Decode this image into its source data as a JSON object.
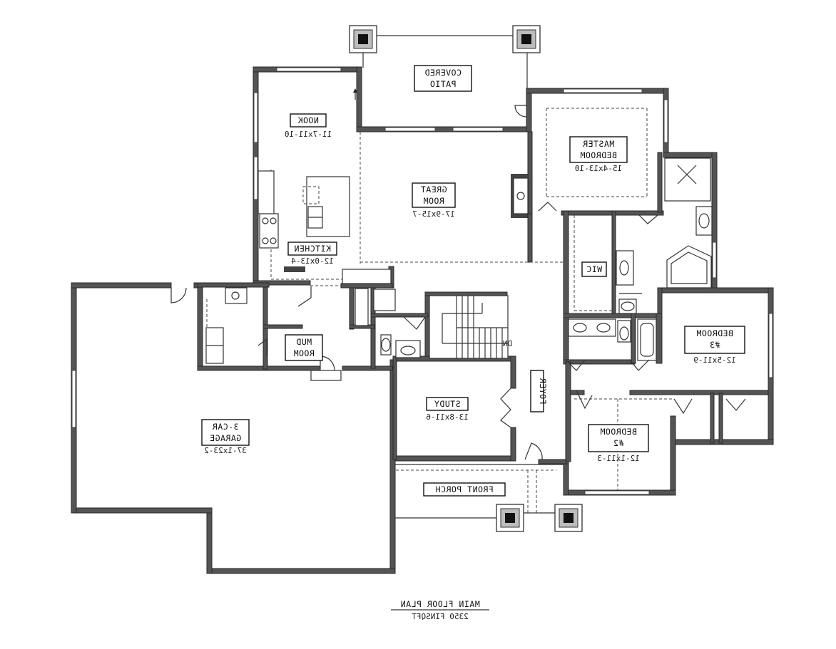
{
  "plan": {
    "rooms": [
      {
        "id": "covered-patio",
        "name_lines": [
          "COVERED",
          "PATIO"
        ],
        "dims": ""
      },
      {
        "id": "nook",
        "name_lines": [
          "NOOK"
        ],
        "dims": "11-7x11-10"
      },
      {
        "id": "master-bedroom",
        "name_lines": [
          "MASTER",
          "BEDROOM"
        ],
        "dims": "15-4x13-10"
      },
      {
        "id": "great-room",
        "name_lines": [
          "GREAT",
          "ROOM"
        ],
        "dims": "17-9x15-7"
      },
      {
        "id": "kitchen",
        "name_lines": [
          "KITCHEN"
        ],
        "dims": "12-0x13-4"
      },
      {
        "id": "wic",
        "name_lines": [
          "WIC"
        ],
        "dims": ""
      },
      {
        "id": "bedroom-3",
        "name_lines": [
          "BEDROOM",
          "#3"
        ],
        "dims": "12-5x11-9"
      },
      {
        "id": "mud-room",
        "name_lines": [
          "MUD",
          "ROOM"
        ],
        "dims": ""
      },
      {
        "id": "study",
        "name_lines": [
          "STUDY"
        ],
        "dims": "13-8x11-6"
      },
      {
        "id": "garage",
        "name_lines": [
          "3-CAR",
          "GARAGE"
        ],
        "dims": "37-1x23-2"
      },
      {
        "id": "bedroom-2",
        "name_lines": [
          "BEDROOM",
          "#2"
        ],
        "dims": "12-1x11-3"
      },
      {
        "id": "front-porch",
        "name_lines": [
          "FRONT PORCH"
        ],
        "dims": ""
      },
      {
        "id": "foyer",
        "name_lines": [
          "FOYER"
        ],
        "dims": ""
      }
    ],
    "stair_label": "DN",
    "title": "MAIN FLOOR PLAN",
    "subtitle": "2350 FINSQFT",
    "orientation": "mirrored"
  }
}
